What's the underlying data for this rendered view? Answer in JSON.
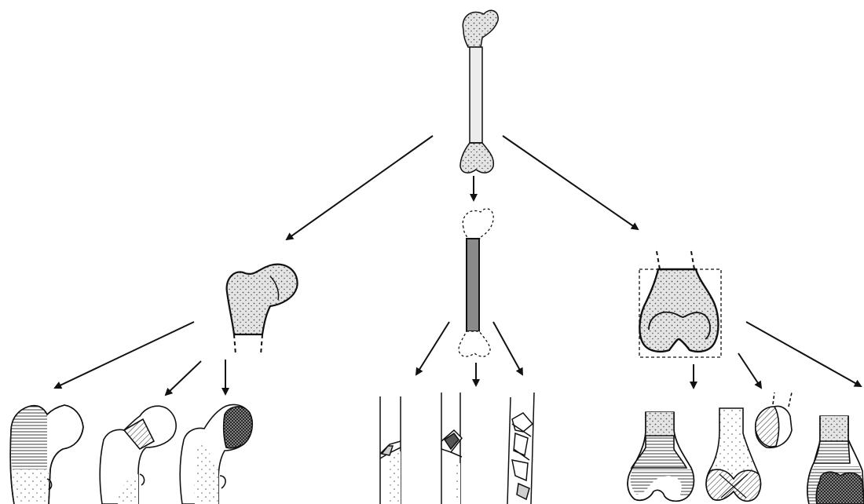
{
  "diagram": {
    "colors": {
      "ink": "#111111",
      "paper": "#ffffff",
      "bone_fill": "#e6e6e6",
      "stipple": "#555555",
      "dark_fill": "#8a8a8a"
    },
    "nodes": [
      {
        "id": "femur-whole",
        "icon": "whole-femur-icon"
      },
      {
        "id": "proximal-femur",
        "icon": "proximal-femur-icon"
      },
      {
        "id": "femoral-shaft",
        "icon": "femoral-shaft-icon"
      },
      {
        "id": "distal-femur",
        "icon": "distal-femur-icon"
      },
      {
        "id": "proximal-a",
        "icon": "proximal-trochanteric-zone-icon"
      },
      {
        "id": "proximal-b",
        "icon": "proximal-neck-zone-icon"
      },
      {
        "id": "proximal-c",
        "icon": "proximal-head-zone-icon"
      },
      {
        "id": "shaft-a",
        "icon": "simple-shaft-fracture-icon"
      },
      {
        "id": "shaft-b",
        "icon": "wedge-shaft-fracture-icon"
      },
      {
        "id": "shaft-c",
        "icon": "complex-shaft-fracture-icon"
      },
      {
        "id": "distal-a",
        "icon": "distal-extraarticular-icon"
      },
      {
        "id": "distal-b",
        "icon": "distal-partial-articular-icon"
      },
      {
        "id": "distal-c",
        "icon": "distal-complete-articular-icon"
      }
    ],
    "edges": [
      {
        "from": "femur-whole",
        "to": "proximal-femur"
      },
      {
        "from": "femur-whole",
        "to": "femoral-shaft"
      },
      {
        "from": "femur-whole",
        "to": "distal-femur"
      },
      {
        "from": "proximal-femur",
        "to": "proximal-a"
      },
      {
        "from": "proximal-femur",
        "to": "proximal-b"
      },
      {
        "from": "proximal-femur",
        "to": "proximal-c"
      },
      {
        "from": "femoral-shaft",
        "to": "shaft-a"
      },
      {
        "from": "femoral-shaft",
        "to": "shaft-b"
      },
      {
        "from": "femoral-shaft",
        "to": "shaft-c"
      },
      {
        "from": "distal-femur",
        "to": "distal-a"
      },
      {
        "from": "distal-femur",
        "to": "distal-b"
      },
      {
        "from": "distal-femur",
        "to": "distal-c"
      }
    ]
  }
}
